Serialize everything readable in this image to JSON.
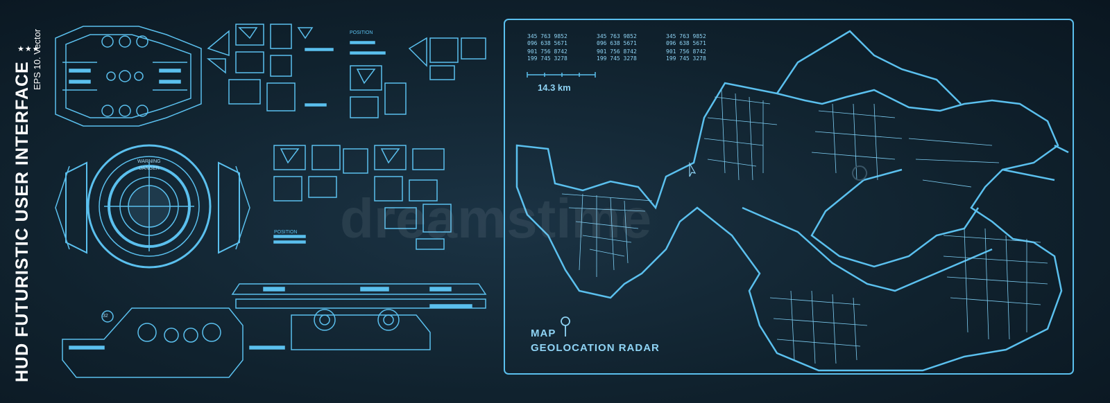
{
  "side": {
    "title": "HUD FUTURISTIC USER INTERFACE",
    "subtitle": "EPS 10. Vector",
    "stars": "★★★"
  },
  "elements": {
    "position_label_top": "POSITION",
    "position_label_mid": "POSITION",
    "warning": "WARNING",
    "danger": "DANGER",
    "dial_number": "32"
  },
  "map": {
    "scale_label": "14.3 km",
    "title": "MAP",
    "subtitle": "GEOLOCATION  RADAR",
    "coords": [
      [
        "345 763 9852",
        "096 638 5671",
        "901 756 8742",
        "199 745 3278"
      ],
      [
        "345 763 9852",
        "096 638 5671",
        "901 756 8742",
        "199 745 3278"
      ],
      [
        "345 763 9852",
        "096 638 5671",
        "901 756 8742",
        "199 745 3278"
      ]
    ]
  },
  "watermark": "dreamstime",
  "colors": {
    "accent": "#5bc0ee",
    "background": "#10222e"
  }
}
